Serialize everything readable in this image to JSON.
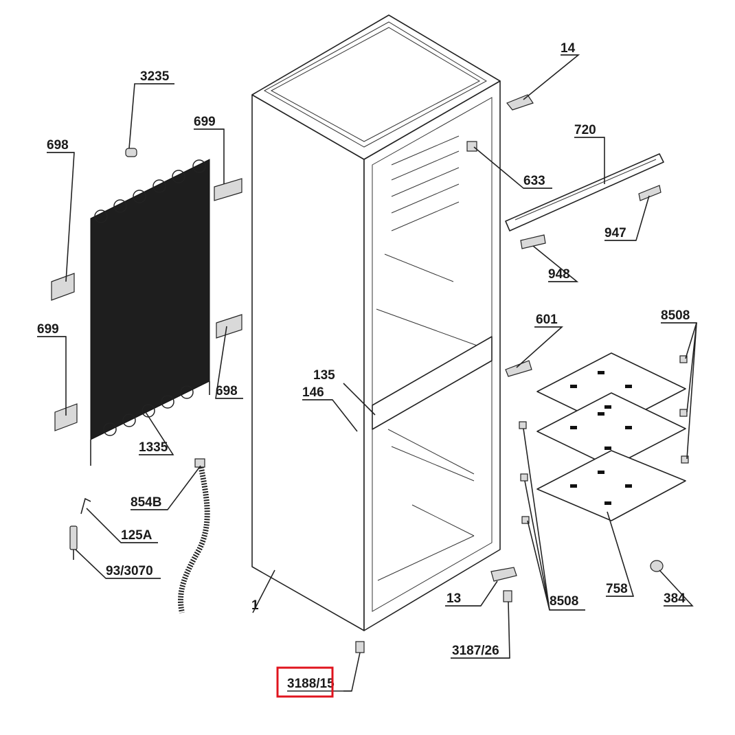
{
  "diagram": {
    "highlight_color": "#e0141e",
    "callouts": {
      "c14": "14",
      "c3235": "3235",
      "c699_top": "699",
      "c698_top": "698",
      "c720": "720",
      "c633": "633",
      "c947": "947",
      "c948": "948",
      "c601": "601",
      "c8508_top": "8508",
      "c699_bottom": "699",
      "c698_bottom": "698",
      "c135": "135",
      "c146": "146",
      "c1335": "1335",
      "c854b": "854B",
      "c125a": "125A",
      "c93_3070": "93/3070",
      "c1": "1",
      "c13": "13",
      "c8508_bottom": "8508",
      "c758": "758",
      "c384": "384",
      "c3187_26": "3187/26",
      "c3188_15": "3188/15"
    }
  }
}
